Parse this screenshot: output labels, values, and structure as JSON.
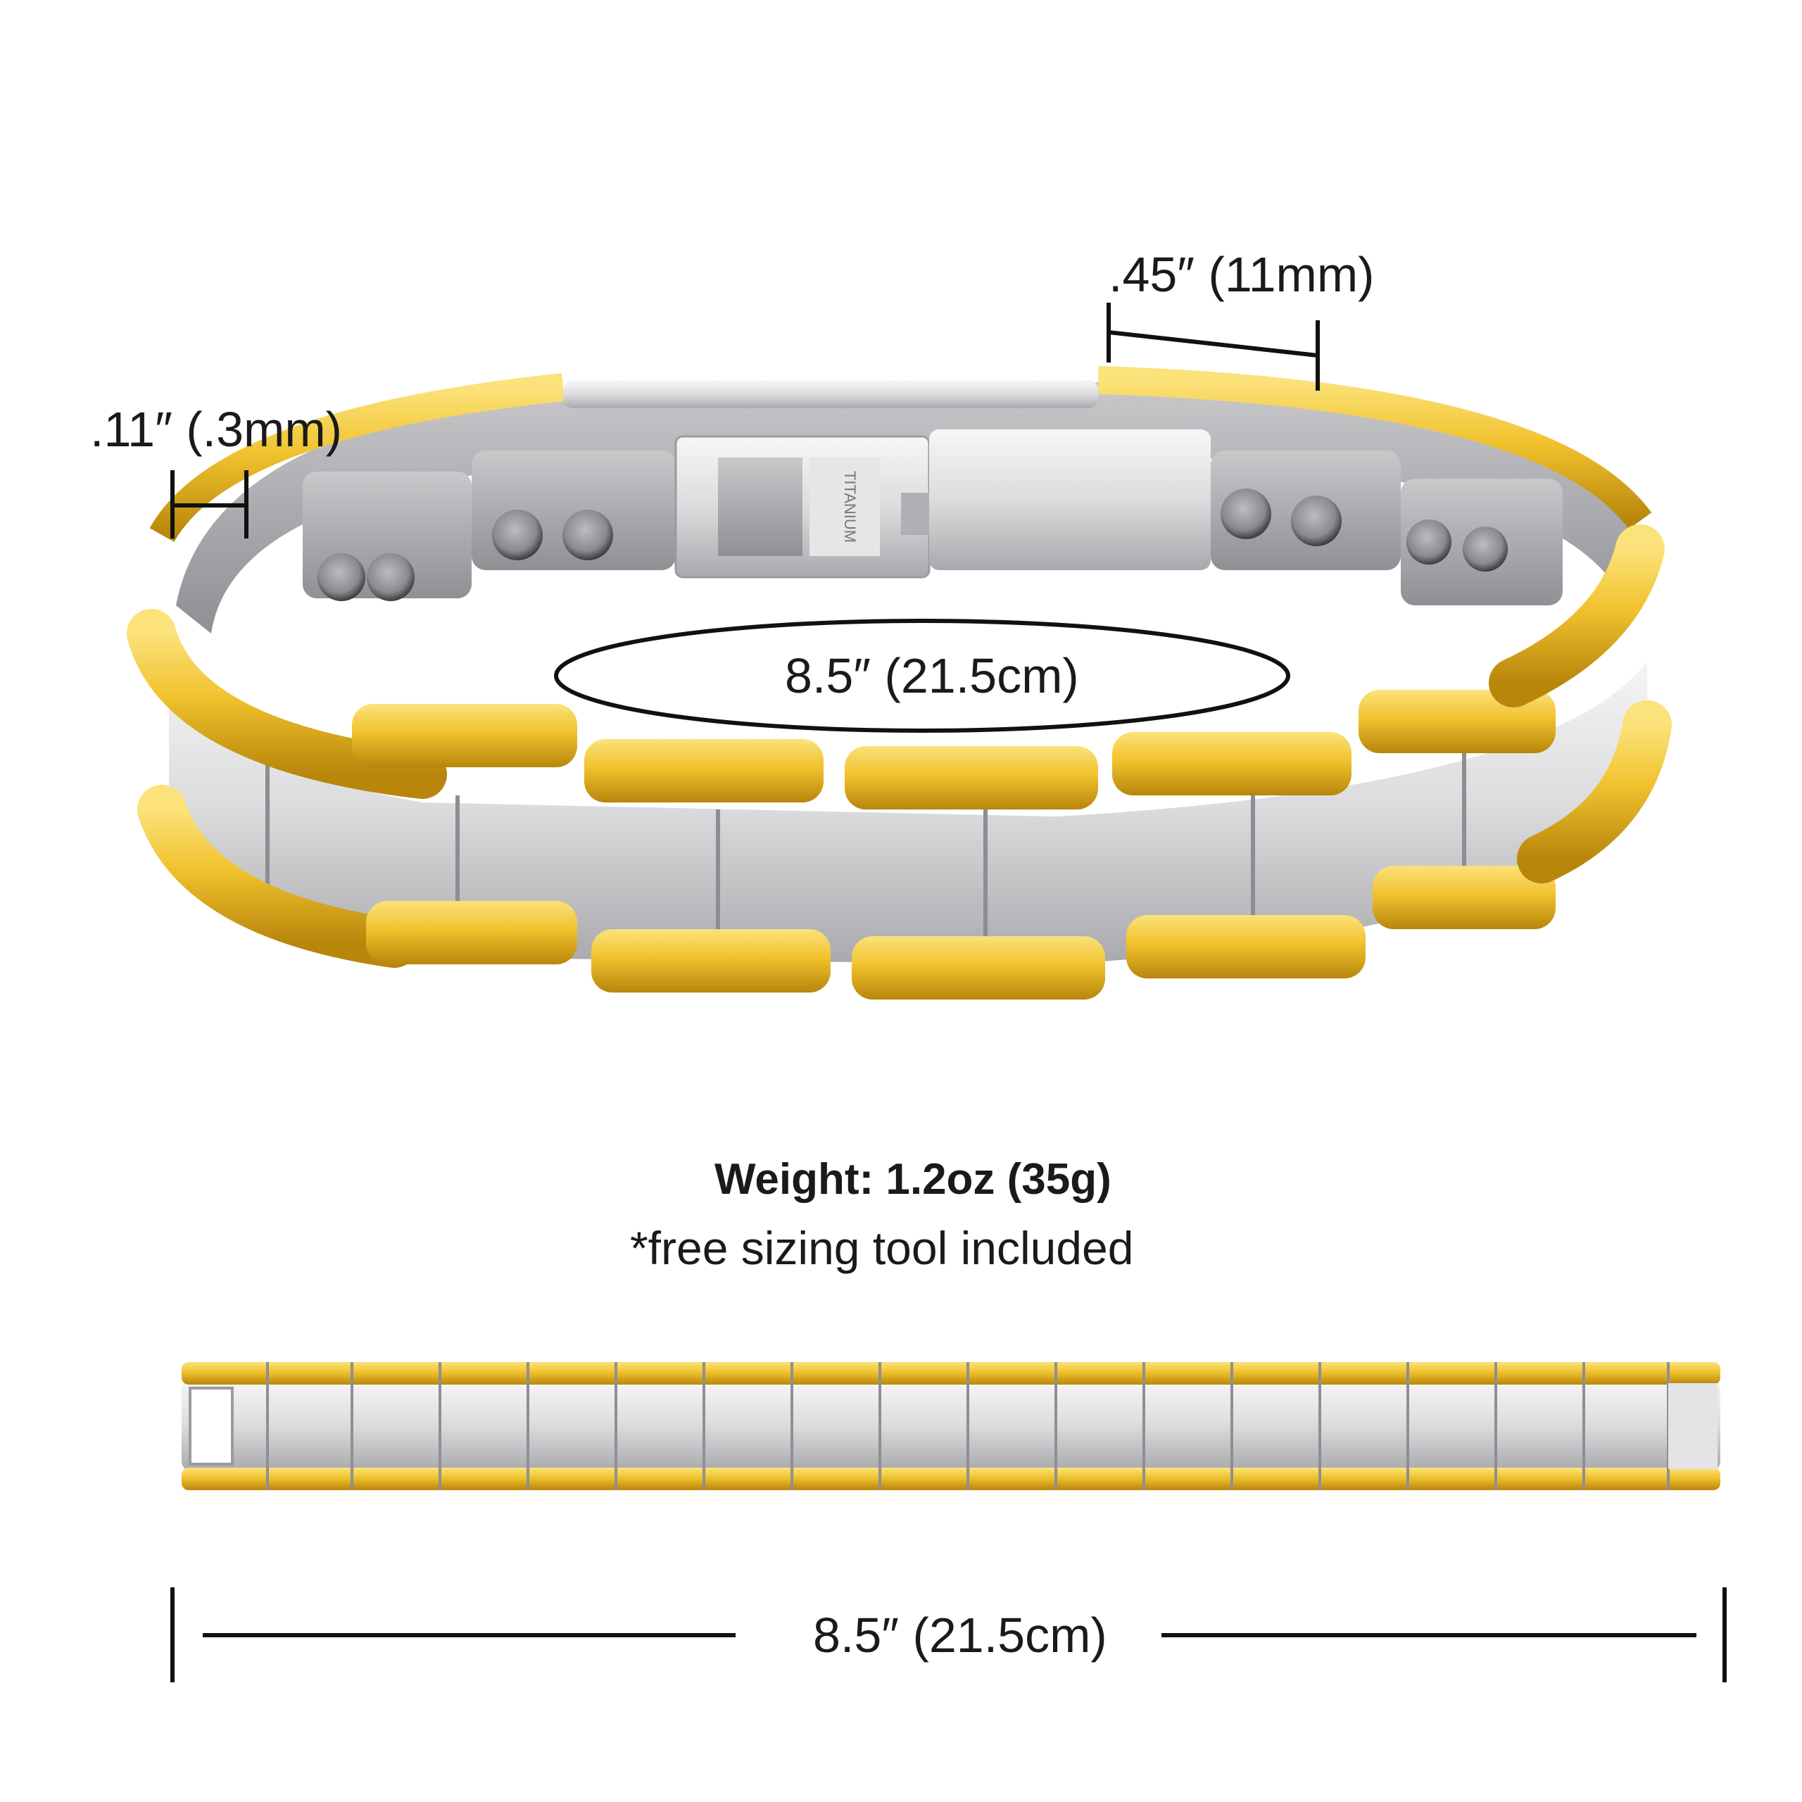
{
  "dimensions": {
    "link_width": ".45″ (11mm)",
    "thickness": ".11″ (.3mm)",
    "circumference": "8.5″ (21.5cm)",
    "flat_length": "8.5″ (21.5cm)"
  },
  "info": {
    "weight": "Weight:  1.2oz (35g)",
    "note": "*free sizing tool included"
  },
  "clasp_engraving": "TITANIUM",
  "colors": {
    "gold": "#e8b820",
    "silver": "#d4d4d6",
    "ink": "#111111"
  }
}
